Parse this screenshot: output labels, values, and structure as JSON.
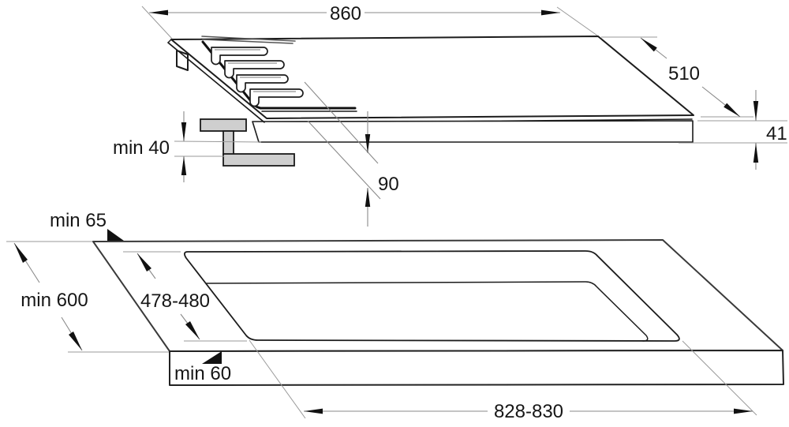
{
  "top_view": {
    "dims": {
      "width": "860",
      "depth": "510",
      "height": "41",
      "knob_distance": "90",
      "min_thickness": "min 40"
    }
  },
  "bottom_view": {
    "dims": {
      "rear_clearance": "min 65",
      "worktop_depth": "min 600",
      "cutout_depth": "478-480",
      "front_clearance": "min 60",
      "cutout_width": "828-830"
    }
  },
  "colors": {
    "background": "#ffffff",
    "outline": "#1c1c1c",
    "dim_line": "#8a8a8a",
    "bracket_fill": "#cfcfcf",
    "text": "#161616"
  }
}
